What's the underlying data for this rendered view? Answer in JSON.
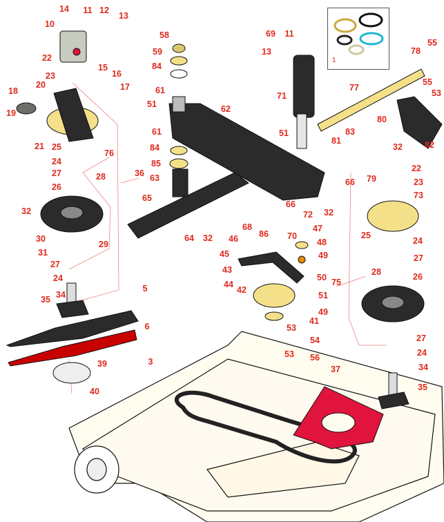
{
  "diagram": {
    "title": "",
    "callouts": [
      "14",
      "11",
      "12",
      "13",
      "10",
      "22",
      "15",
      "23",
      "16",
      "17",
      "20",
      "18",
      "19",
      "21",
      "25",
      "76",
      "24",
      "27",
      "36",
      "28",
      "26",
      "32",
      "30",
      "29",
      "31",
      "27",
      "24",
      "5",
      "34",
      "35",
      "6",
      "39",
      "3",
      "40",
      "58",
      "59",
      "84",
      "61",
      "51",
      "62",
      "61",
      "84",
      "85",
      "63",
      "65",
      "64",
      "32",
      "66",
      "68",
      "86",
      "46",
      "45",
      "43",
      "44",
      "42",
      "69",
      "11",
      "13",
      "71",
      "51",
      "55",
      "78",
      "77",
      "55",
      "53",
      "80",
      "83",
      "81",
      "32",
      "82",
      "66",
      "79",
      "72",
      "32",
      "22",
      "23",
      "73",
      "47",
      "70",
      "48",
      "49",
      "25",
      "24",
      "27",
      "26",
      "28",
      "75",
      "50",
      "51",
      "49",
      "41",
      "53",
      "54",
      "53",
      "56",
      "37",
      "27",
      "24",
      "34",
      "35"
    ],
    "seal_kit_label": "1",
    "colors": {
      "callout": "#e0281c",
      "plate": "#e0143c",
      "pulley": "#f5e08a",
      "deck": "#fffdf0",
      "part": "#2b2b2b"
    }
  }
}
